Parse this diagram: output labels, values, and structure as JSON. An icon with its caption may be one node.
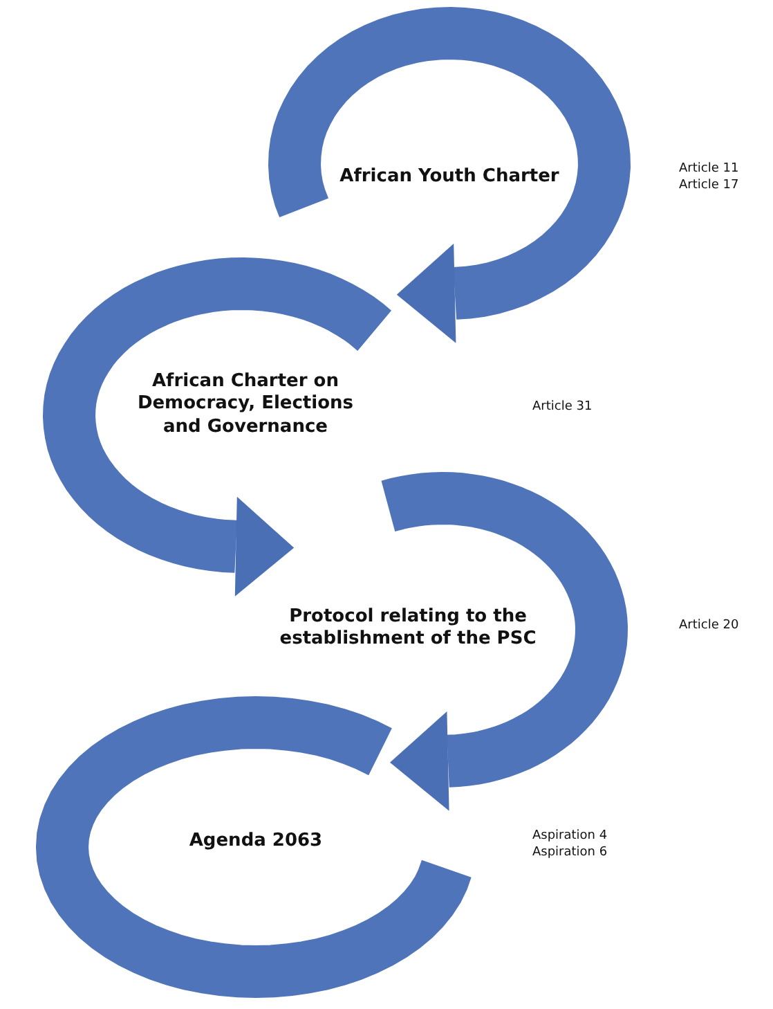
{
  "diagram": {
    "nodes": [
      {
        "text": [
          "African Youth Charter"
        ]
      },
      {
        "text": [
          "African Charter on Democracy, Elections and Governance"
        ]
      },
      {
        "text": [
          "Protocol relating to the establishment of the PSC"
        ]
      },
      {
        "text": [
          "Agenda 2063"
        ]
      }
    ],
    "labels": [
      "Article 11 Article 17",
      "Article 31",
      "Article 20",
      "Aspiration 4 Aspiration 6"
    ]
  }
}
